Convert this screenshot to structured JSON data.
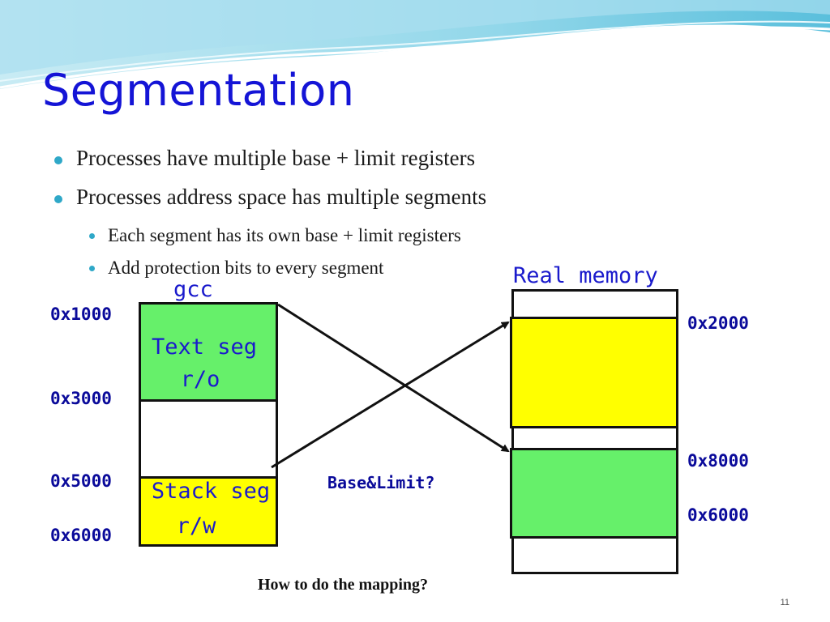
{
  "slide": {
    "title": "Segmentation",
    "bullets": [
      "Processes have multiple base + limit registers",
      "Processes address space has multiple segments"
    ],
    "sub_bullets": [
      "Each segment has its own base + limit registers",
      "Add protection bits to every segment"
    ],
    "page_number": "11"
  },
  "diagram": {
    "process_label": "gcc",
    "process_addresses": [
      "0x1000",
      "0x3000",
      "0x5000",
      "0x6000"
    ],
    "text_segment": {
      "line1": "Text seg",
      "line2": "r/o"
    },
    "stack_segment": {
      "line1": "Stack seg",
      "line2": "r/w"
    },
    "memory_label": "Real memory",
    "memory_addresses": [
      "0x2000",
      "0x8000",
      "0x6000"
    ],
    "base_limit_label": "Base&Limit?",
    "question": "How to do the mapping?"
  },
  "colors": {
    "title": "#1414d6",
    "text_segment": "#66f06a",
    "stack_segment": "#ffff00",
    "accent": "#2fa8c8"
  }
}
